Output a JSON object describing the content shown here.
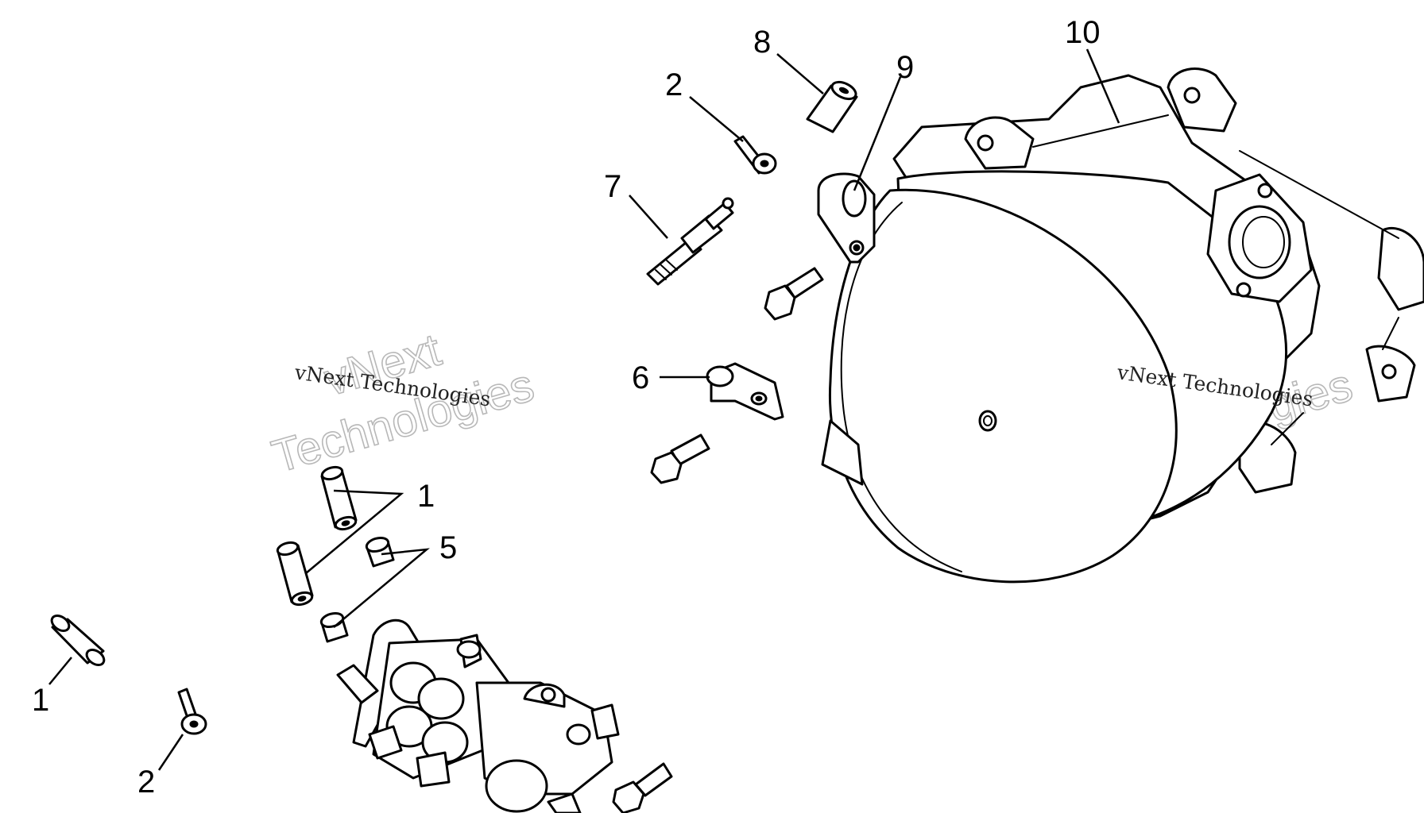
{
  "callouts": [
    {
      "id": "c8",
      "text": "8"
    },
    {
      "id": "c10",
      "text": "10"
    },
    {
      "id": "c9",
      "text": "9"
    },
    {
      "id": "c2a",
      "text": "2"
    },
    {
      "id": "c7",
      "text": "7"
    },
    {
      "id": "c6",
      "text": "6"
    },
    {
      "id": "c1a",
      "text": "1"
    },
    {
      "id": "c5",
      "text": "5"
    },
    {
      "id": "c1b",
      "text": "1"
    },
    {
      "id": "c2b",
      "text": "2"
    }
  ],
  "watermarks": {
    "small": "vNext Technologies",
    "big_line1": "vNext",
    "big_line2": "Technologies"
  }
}
